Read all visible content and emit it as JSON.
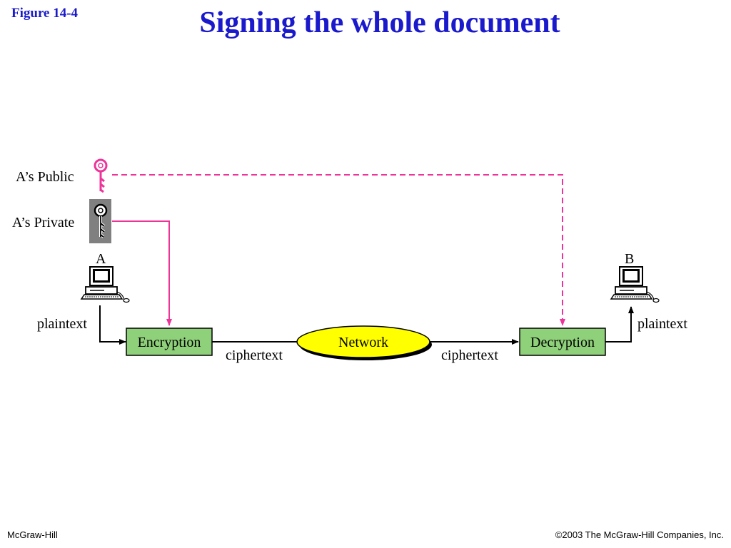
{
  "header": {
    "figure_label": "Figure  14-4",
    "title": "Signing the whole document"
  },
  "diagram": {
    "keys": {
      "public_label": "A’s Public",
      "private_label": "A’s Private"
    },
    "stations": {
      "sender_label": "A",
      "receiver_label": "B"
    },
    "boxes": {
      "encryption": "Encryption",
      "network": "Network",
      "decryption": "Decryption"
    },
    "edges": {
      "plaintext_in": "plaintext",
      "ciphertext_left": "ciphertext",
      "ciphertext_right": "ciphertext",
      "plaintext_out": "plaintext"
    },
    "colors": {
      "title": "#1a1acc",
      "key_line": "#ee3399",
      "box_fill": "#8fd07a",
      "network_fill": "#ffff00",
      "private_key_bg": "#808080"
    }
  },
  "footer": {
    "publisher": "McGraw-Hill",
    "copyright": "©2003 The McGraw-Hill Companies, Inc."
  }
}
